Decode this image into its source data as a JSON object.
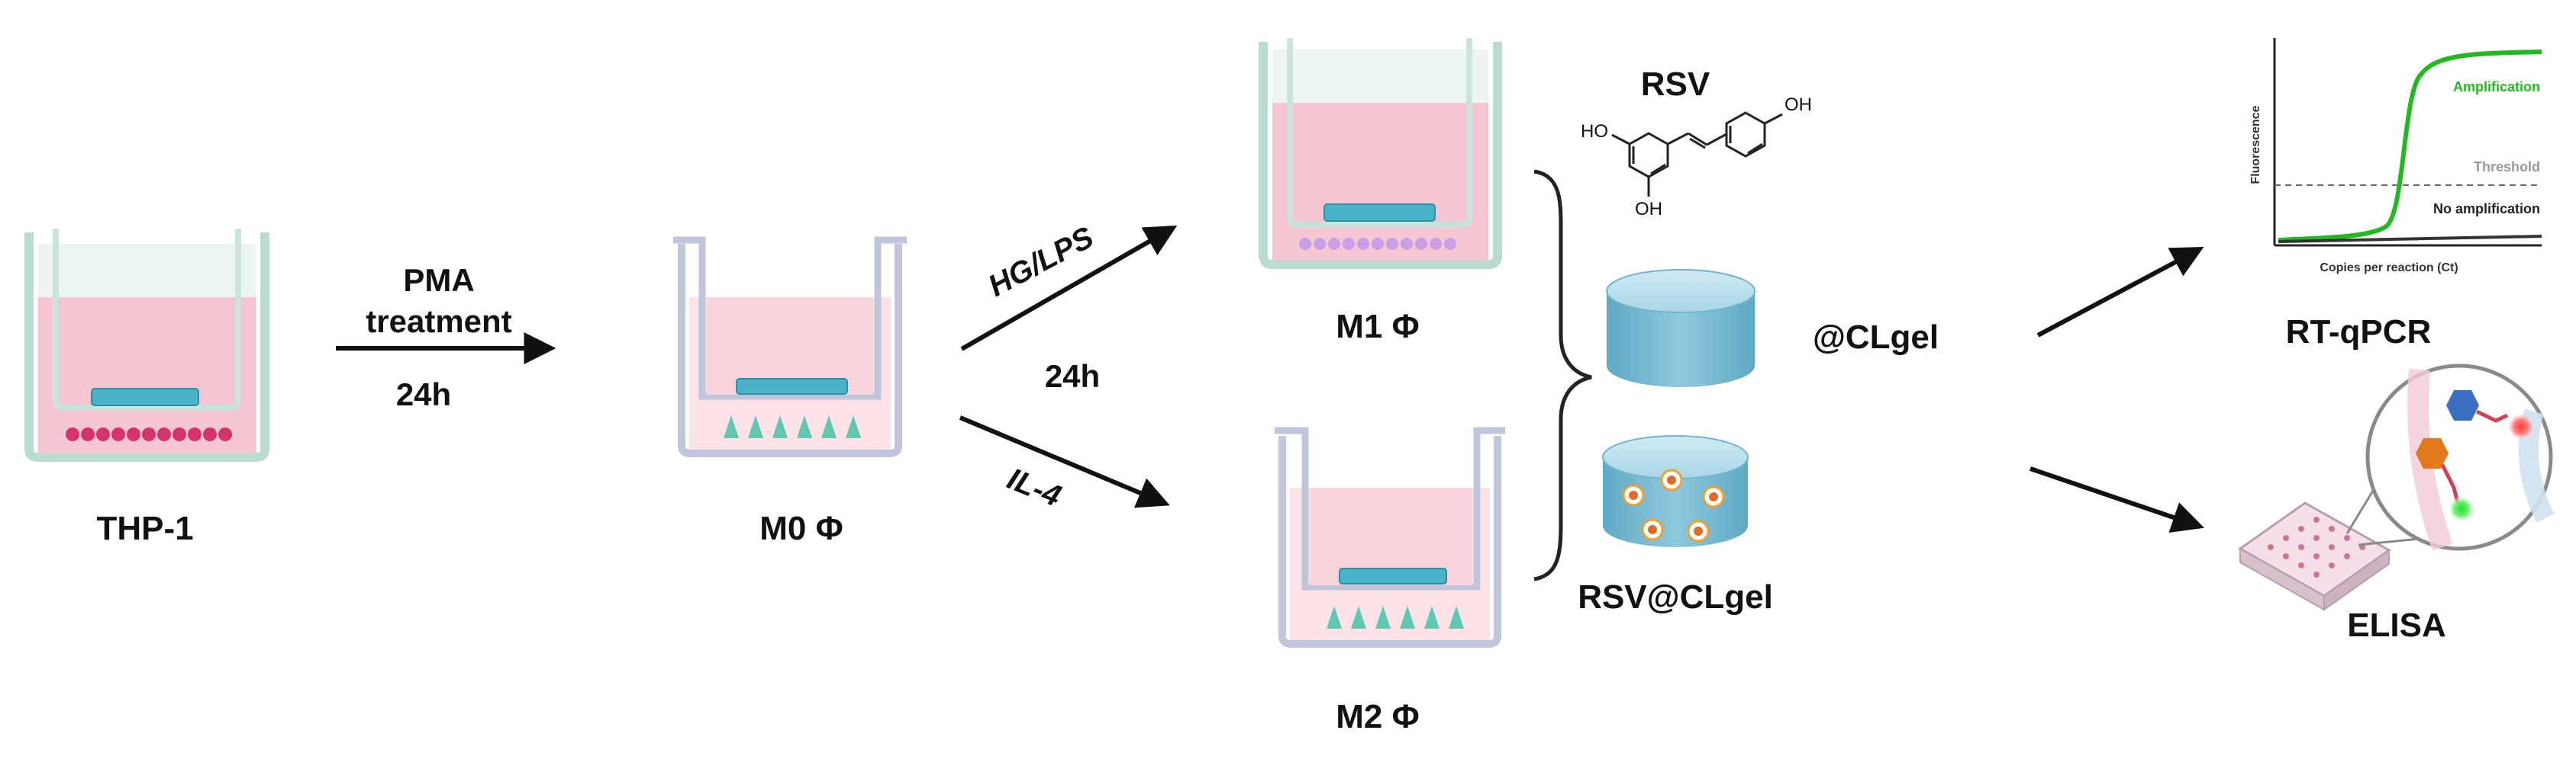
{
  "labels": {
    "thp1": "THP-1",
    "pma_line1": "PMA",
    "pma_line2": "treatment",
    "pma_time": "24h",
    "m0": "M0 Φ",
    "hglps": "HG/LPS",
    "time_24h": "24h",
    "il4": "IL-4",
    "m1": "M1 Φ",
    "m2": "M2 Φ",
    "rsv": "RSV",
    "clgel": "@CLgel",
    "rsv_clgel": "RSV@CLgel",
    "rtqpcr": "RT-qPCR",
    "elisa": "ELISA"
  },
  "molecule": {
    "oh_left": "HO",
    "oh_right": "OH",
    "oh_bottom": "OH"
  },
  "qpcr_chart": {
    "ylabel": "Fluorescence",
    "xlabel": "Copies per reaction (Ct)",
    "amplification": "Amplification",
    "threshold": "Threshold",
    "no_amplification": "No amplification"
  },
  "colors": {
    "medium_pink": "#f4c6d1",
    "medium_light": "#fbe3e8",
    "well_outline": "#b9dccf",
    "insert_outline": "#c1c5dc",
    "gel_blue": "#8fc9dc",
    "cell_thp1": "#d6336c",
    "cell_m1": "#c9a0e6",
    "cell_m0m2": "#5fc7b4",
    "amp_curve": "#22b820",
    "arrow": "#111111"
  }
}
